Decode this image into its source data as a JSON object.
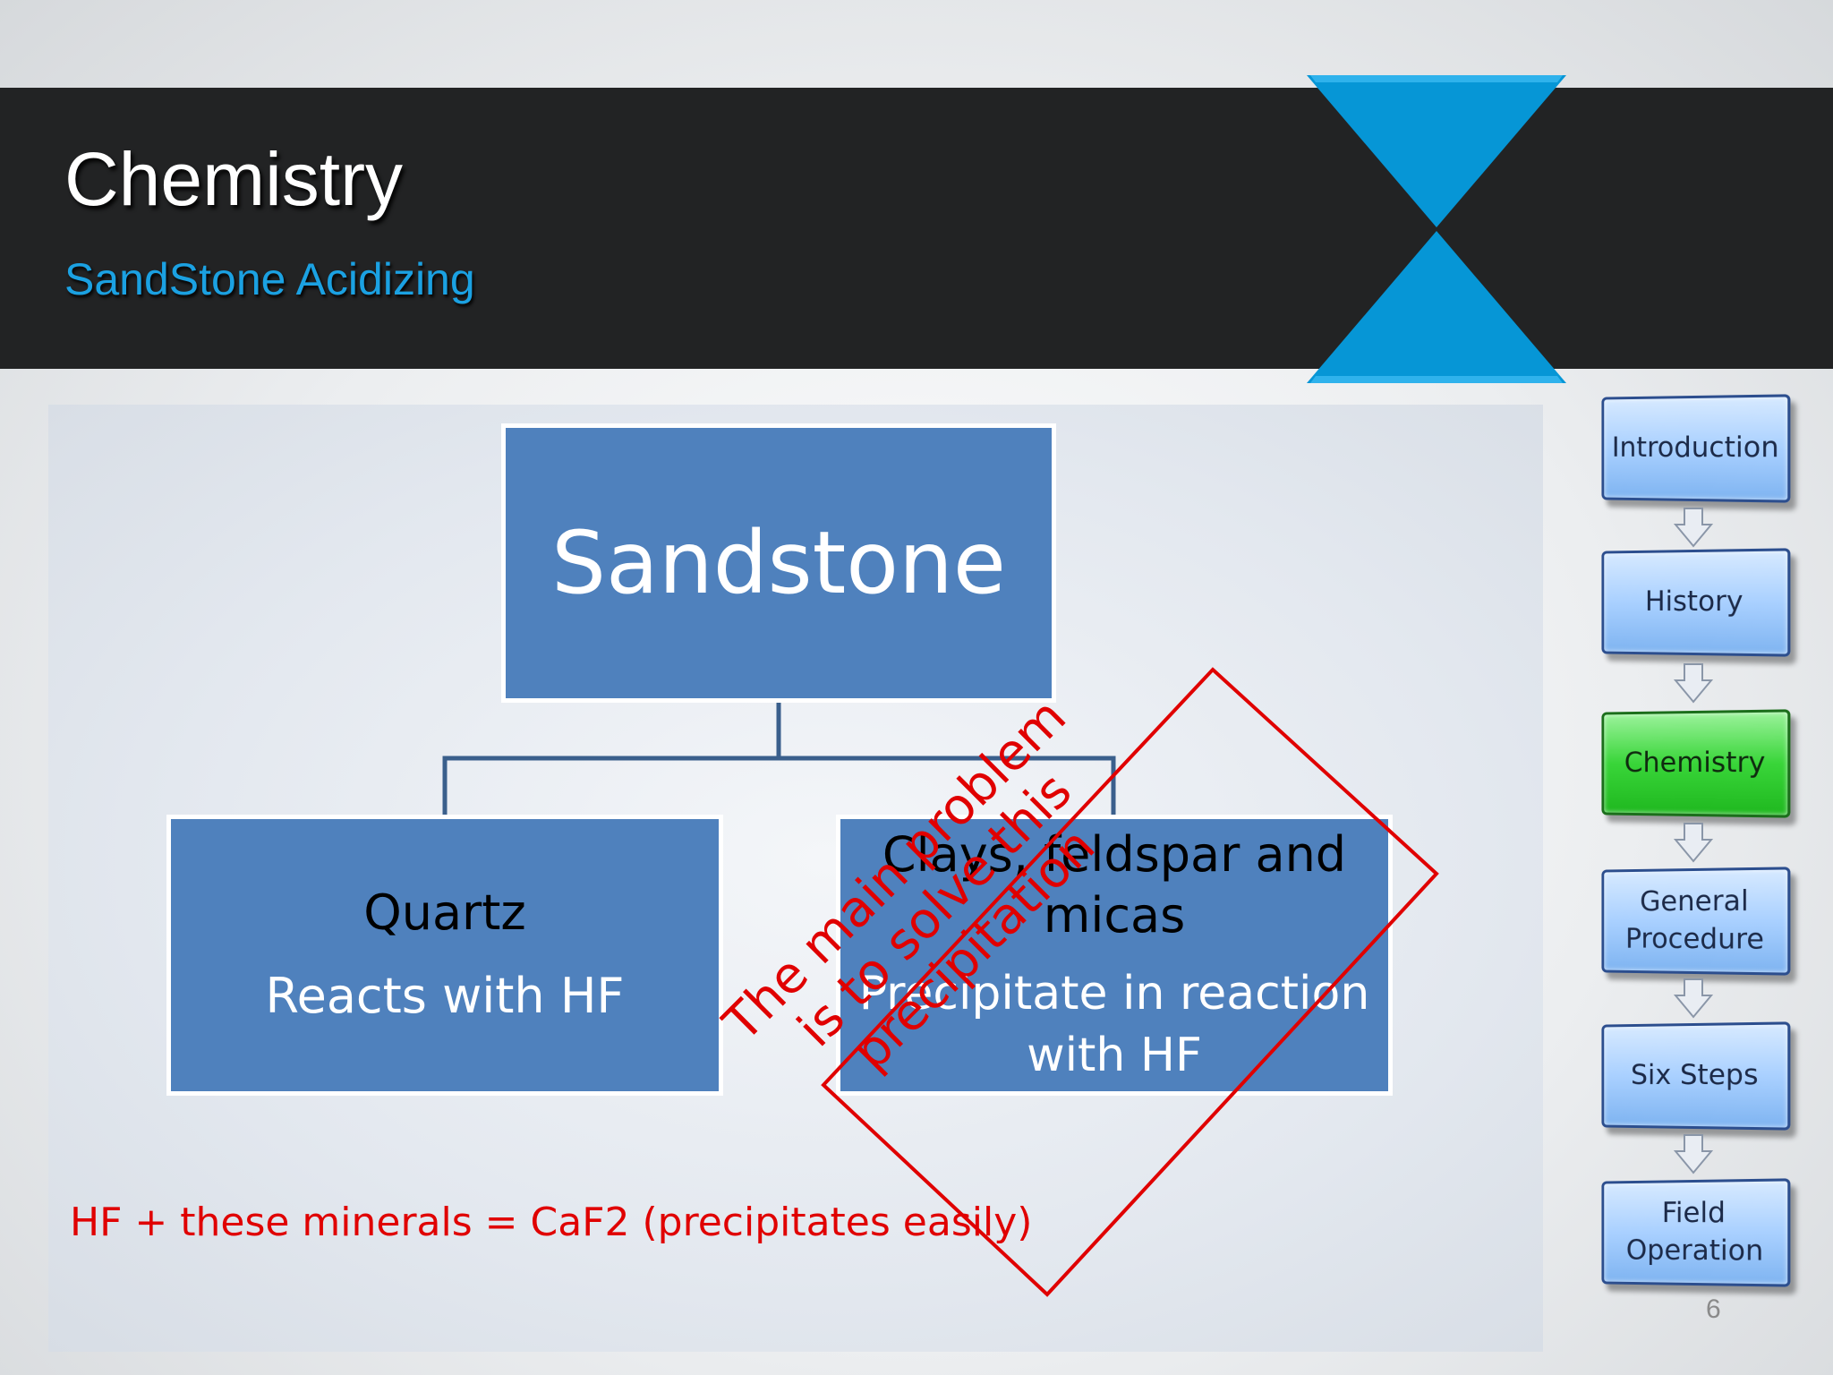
{
  "header": {
    "title": "Chemistry",
    "subtitle": "SandStone Acidizing"
  },
  "diagram": {
    "root": "Sandstone",
    "children": [
      {
        "title": "Quartz",
        "description": "Reacts with HF"
      },
      {
        "title": "Clays, feldspar and micas",
        "description": "Precipitate in reaction with HF"
      }
    ]
  },
  "equation_note": "HF + these minerals = CaF2 (precipitates easily)",
  "callout": "The main problem is to solve this precipitation",
  "nav": {
    "items": [
      {
        "label": "Introduction",
        "active": false
      },
      {
        "label": "History",
        "active": false
      },
      {
        "label": "Chemistry",
        "active": true
      },
      {
        "label": "General Procedure",
        "active": false
      },
      {
        "label": "Six Steps",
        "active": false
      },
      {
        "label": "Field Operation",
        "active": false
      }
    ]
  },
  "page_number": "6",
  "colors": {
    "header_bar": "#222324",
    "accent_blue": "#1ba1e2",
    "box_fill": "#4f81bd",
    "annotation_red": "#e00000",
    "nav_active": "#39d539"
  }
}
